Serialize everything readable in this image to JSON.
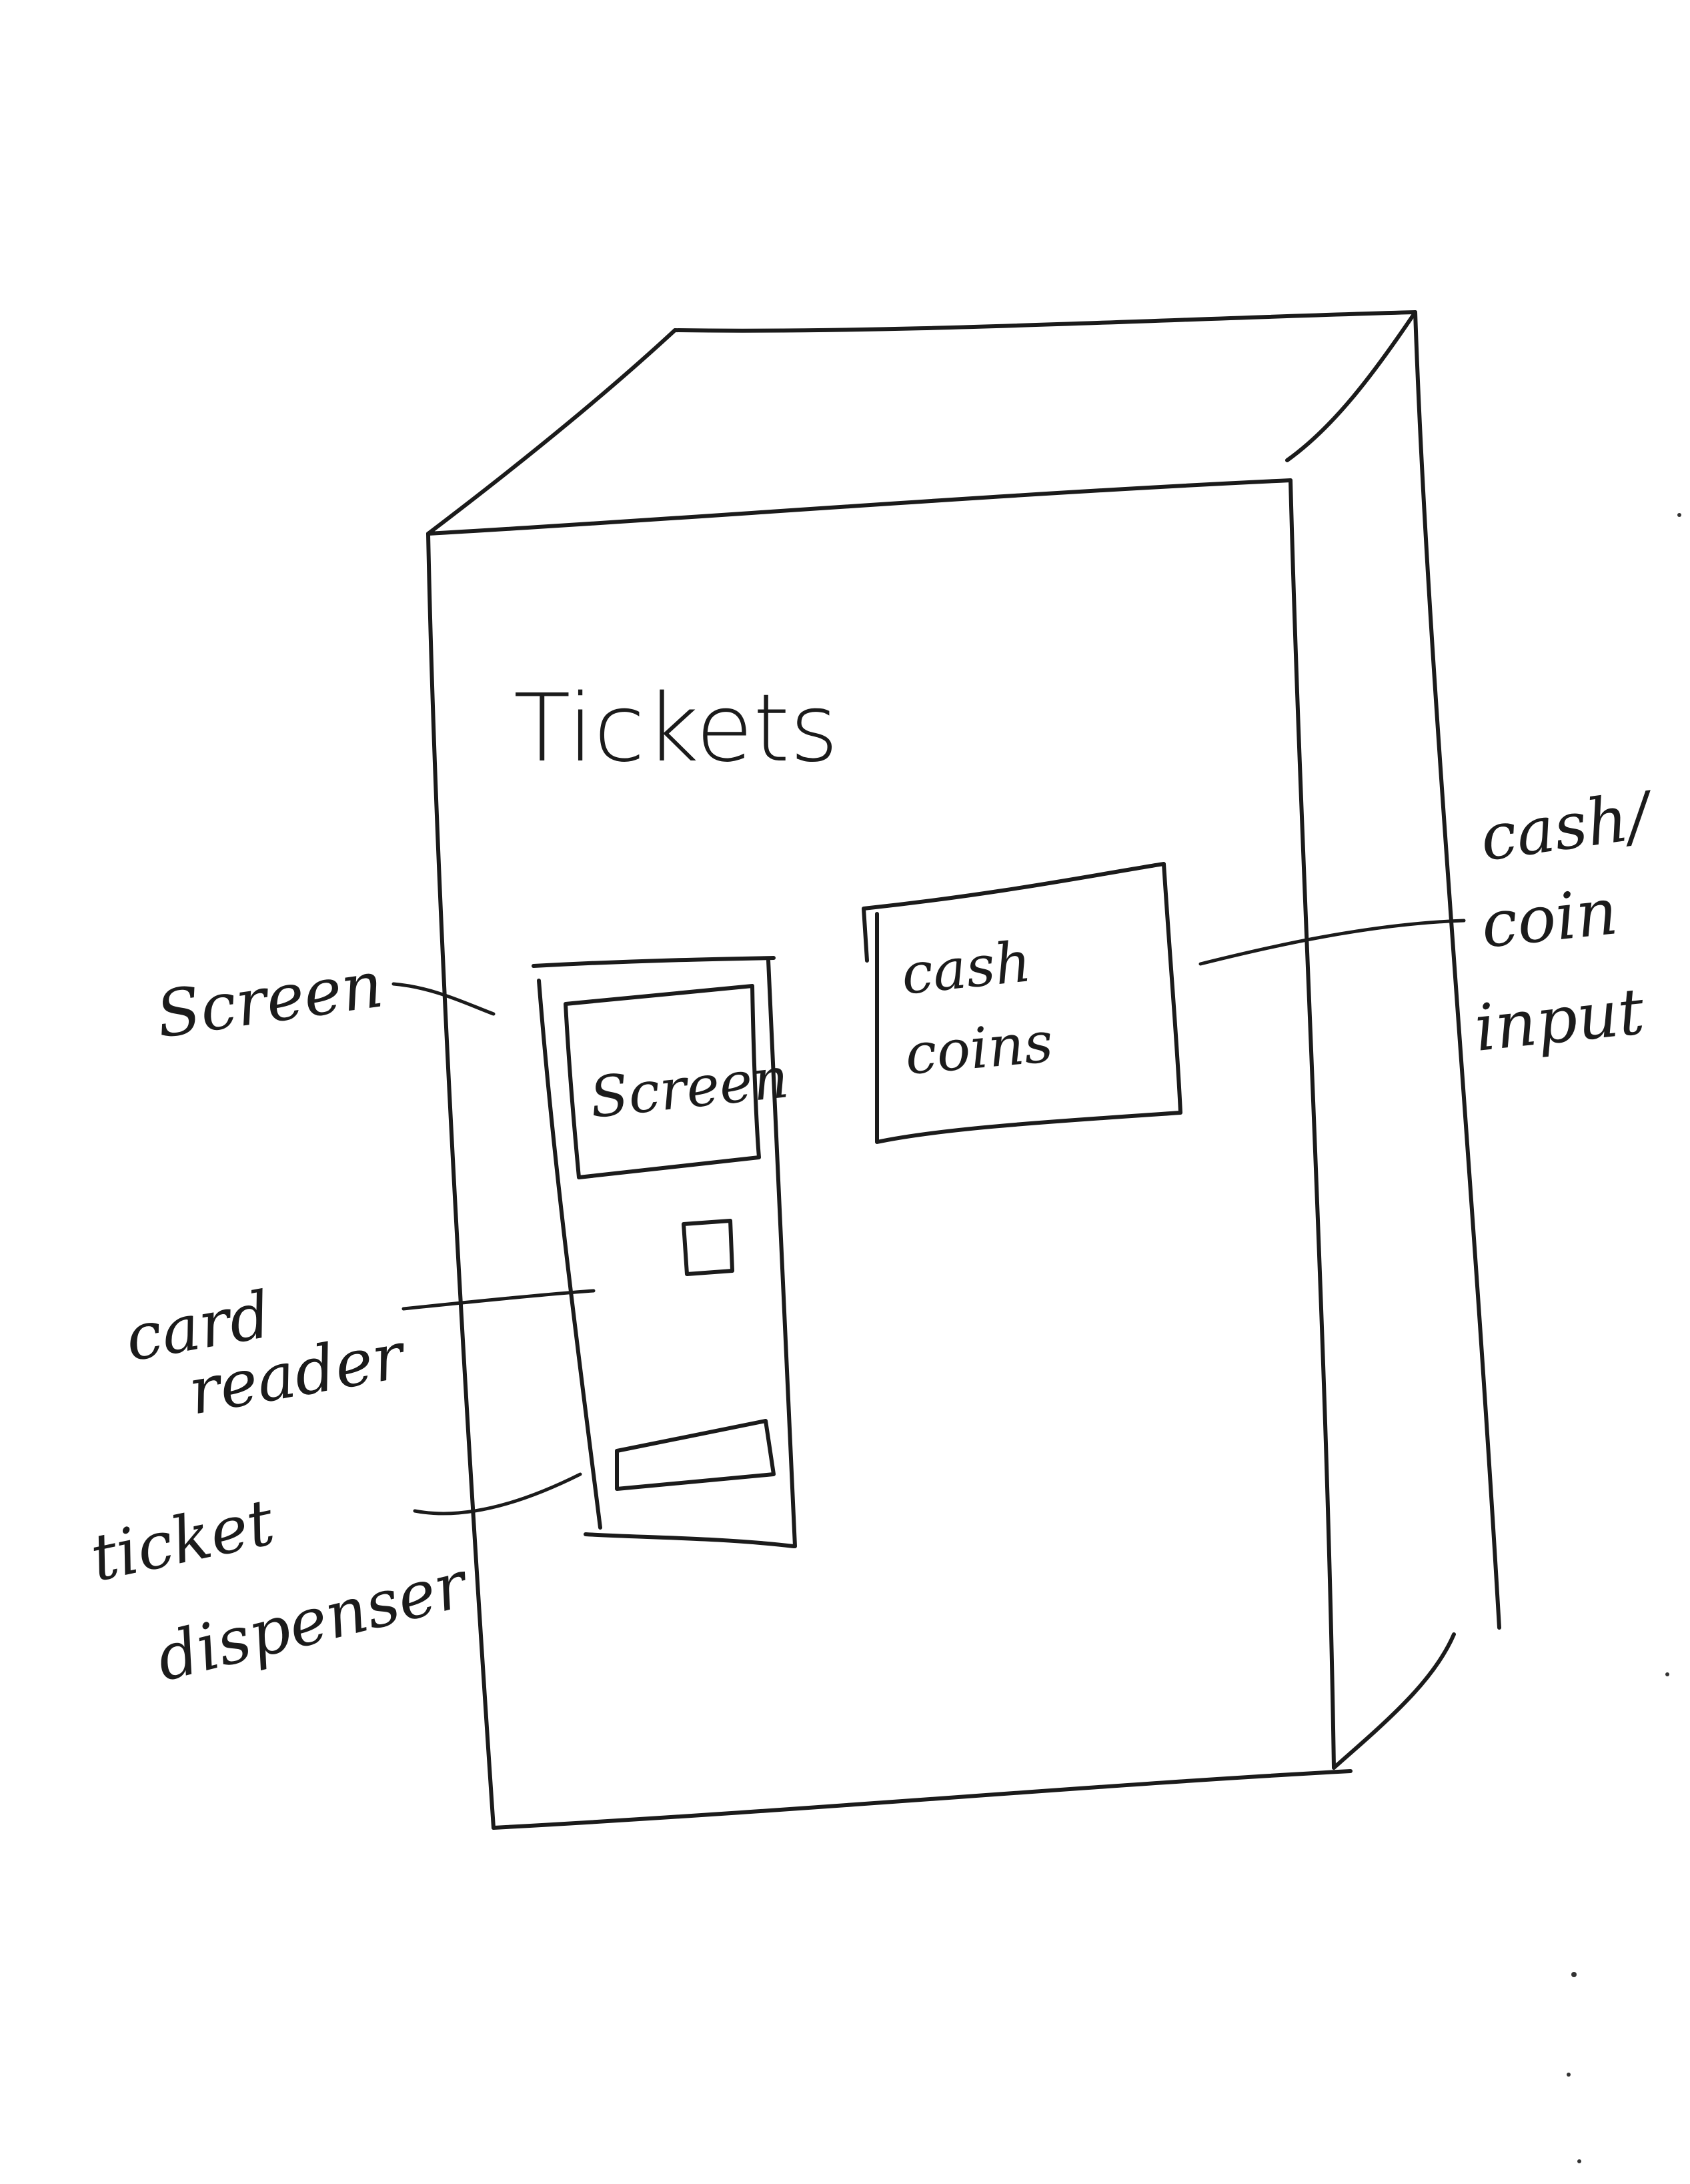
{
  "machine": {
    "title": "Tickets",
    "screen_text": "Screen",
    "cash_box_line1": "cash",
    "cash_box_line2": "coins"
  },
  "callouts": {
    "screen": "Screen",
    "card_reader_line1": "card",
    "card_reader_line2": "reader",
    "ticket_dispenser_line1": "ticket",
    "ticket_dispenser_line2": "dispenser",
    "cash_input_line1": "cash/",
    "cash_input_line2": "coin",
    "cash_input_line3": "input"
  }
}
